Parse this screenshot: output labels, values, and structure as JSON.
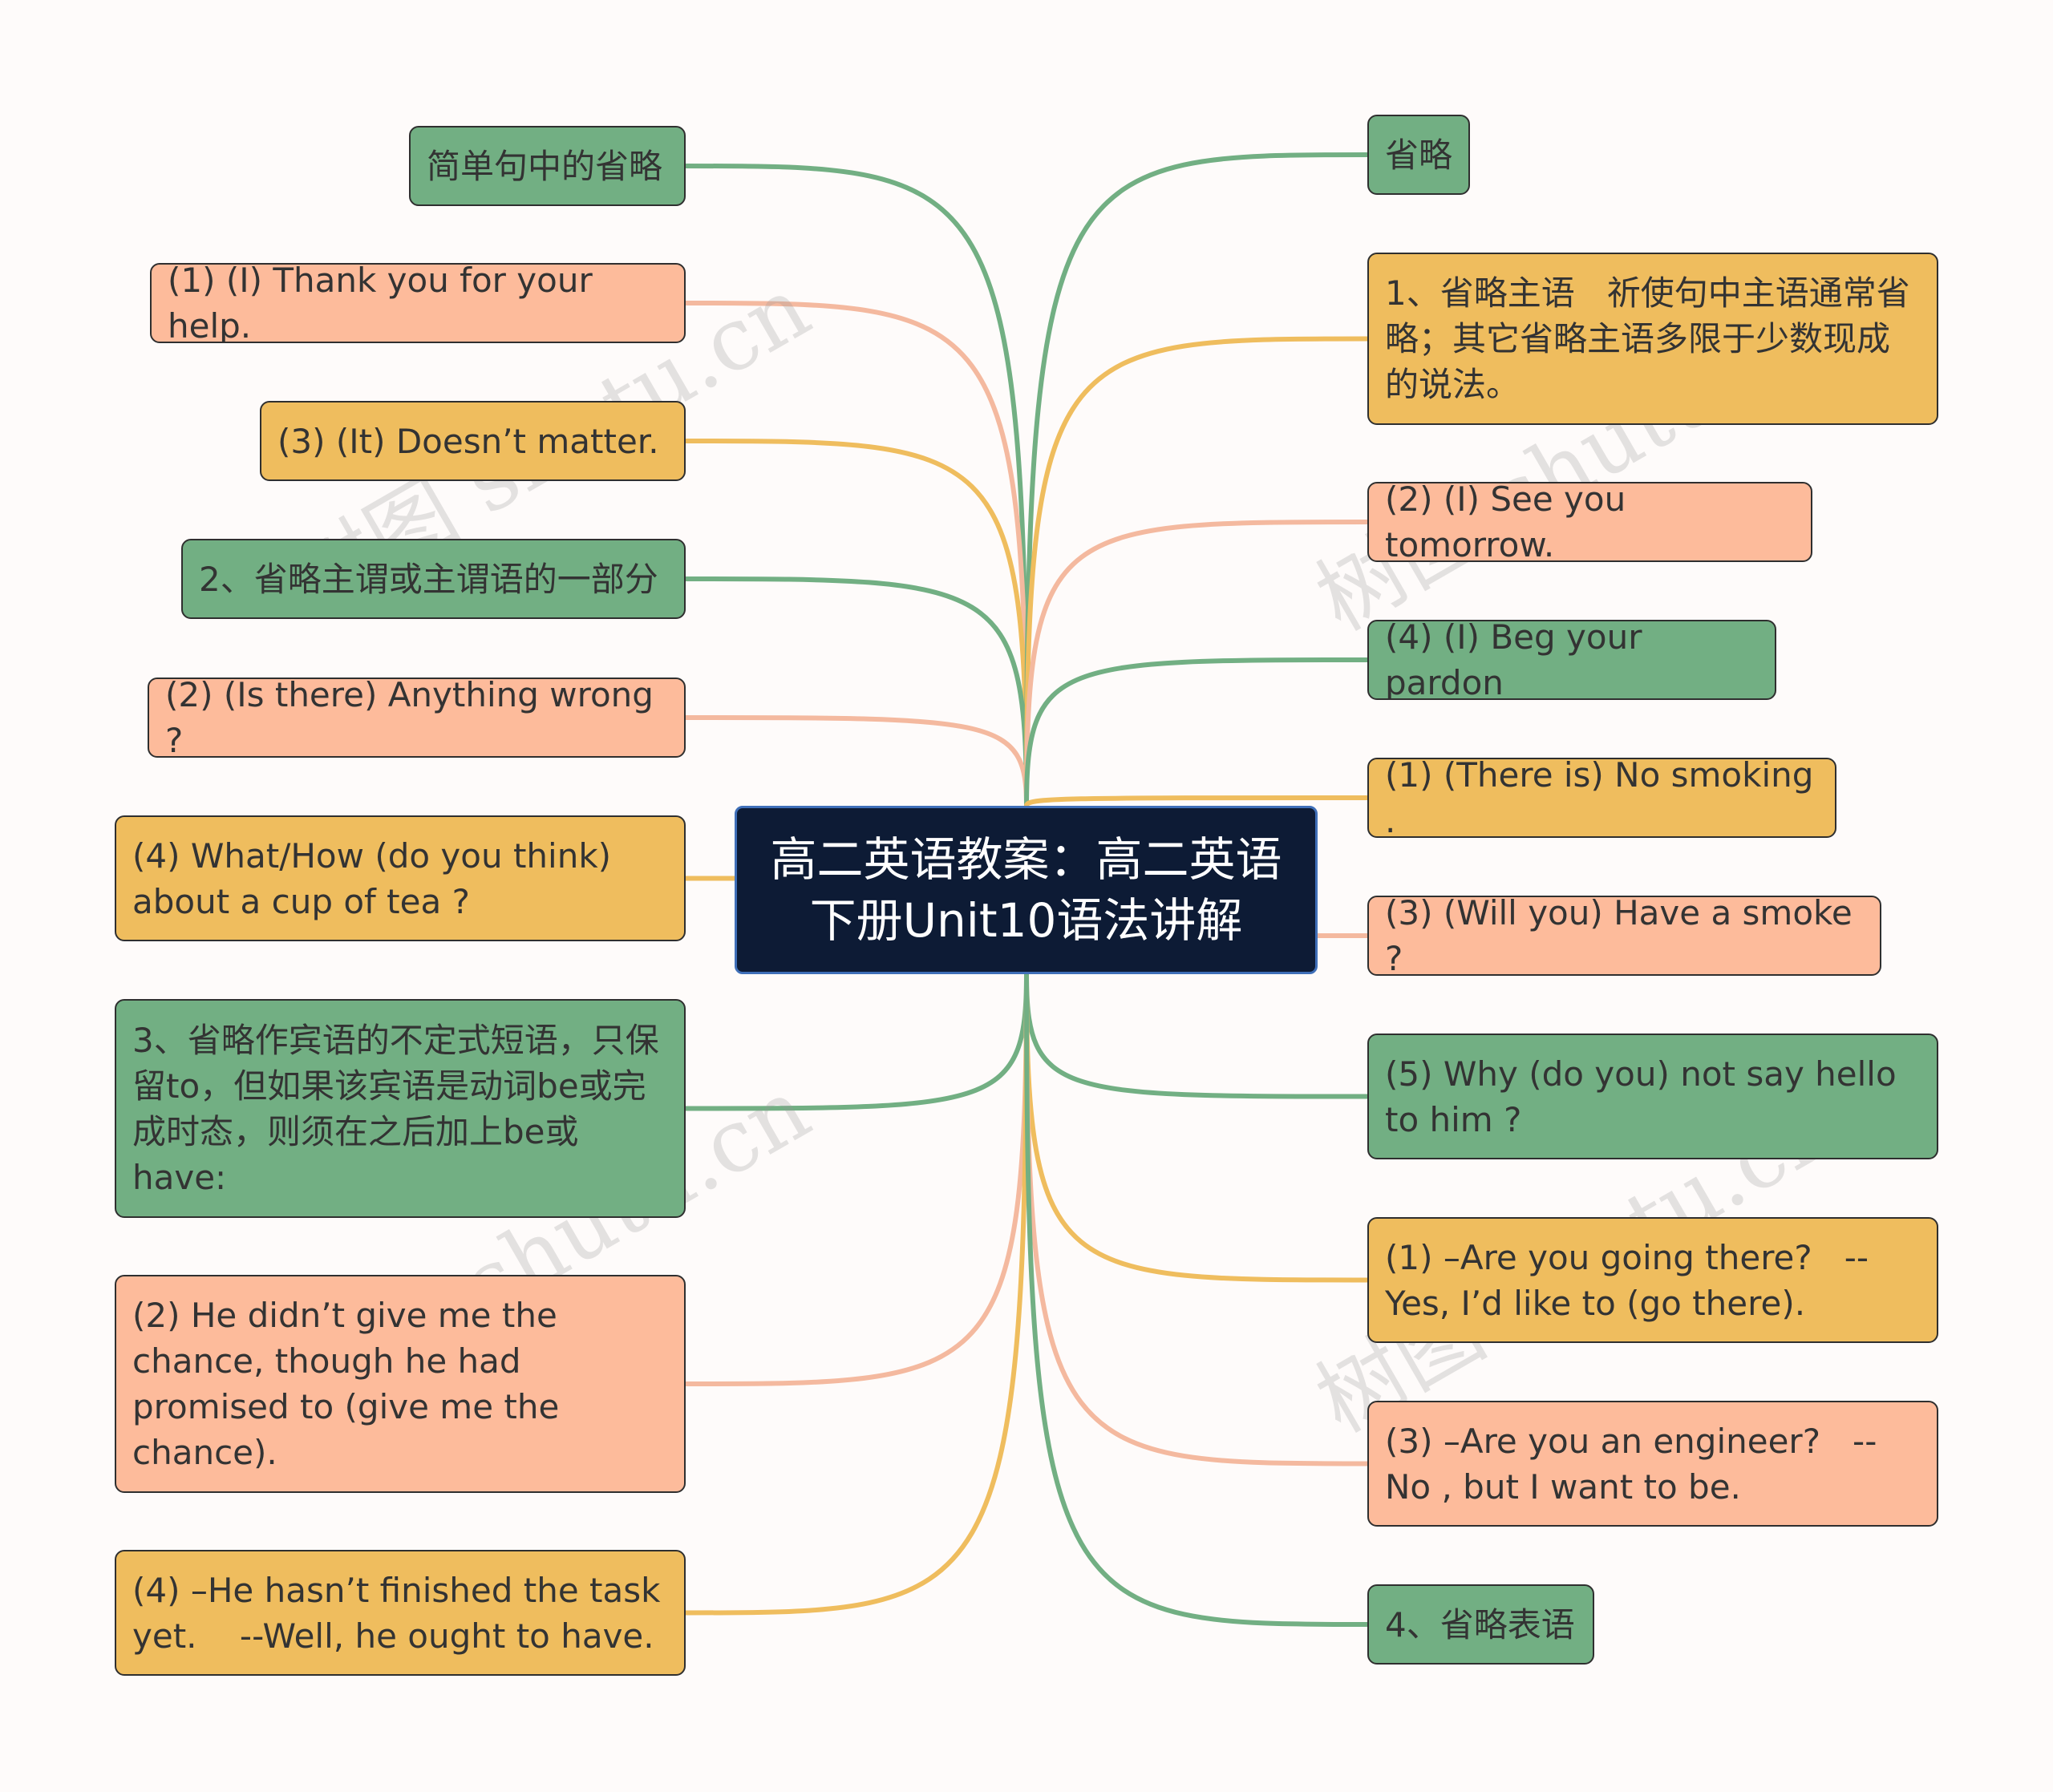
{
  "center": {
    "title": "高二英语教案：高二英语下册Unit10语法讲解"
  },
  "left_nodes": [
    {
      "text": "简单句中的省略",
      "color": "#72af83"
    },
    {
      "text": "(1) (I) Thank you for your help.",
      "color": "#fdbb9b"
    },
    {
      "text": "(3) (It) Doesn’t matter.",
      "color": "#efbd5e"
    },
    {
      "text": "2、省略主谓或主谓语的一部分",
      "color": "#72af83"
    },
    {
      "text": "(2) (Is there) Anything wrong ?",
      "color": "#fdbb9b"
    },
    {
      "text": "(4) What/How (do you think) about a cup of tea ?",
      "color": "#efbd5e"
    },
    {
      "text": "3、省略作宾语的不定式短语，只保留to，但如果该宾语是动词be或完成时态，则须在之后加上be或have:",
      "color": "#72af83"
    },
    {
      "text": "(2) He didn’t give me the chance, though he had promised to (give me the chance).",
      "color": "#fdbb9b"
    },
    {
      "text": "(4) –He hasn’t finished the task yet.    --Well, he ought to have.",
      "color": "#efbd5e"
    }
  ],
  "right_nodes": [
    {
      "text": "省略",
      "color": "#72af83"
    },
    {
      "text": "1、省略主语   祈使句中主语通常省略；其它省略主语多限于少数现成的说法。",
      "color": "#efbd5e"
    },
    {
      "text": "(2) (I) See you tomorrow.",
      "color": "#fdbb9b"
    },
    {
      "text": "(4) (I) Beg your pardon",
      "color": "#72af83"
    },
    {
      "text": "(1) (There is) No smoking .",
      "color": "#efbd5e"
    },
    {
      "text": "(3) (Will you) Have a smoke ?",
      "color": "#fdbb9b"
    },
    {
      "text": "(5) Why (do you) not say hello to him ?",
      "color": "#72af83"
    },
    {
      "text": "(1) –Are you going there?   --Yes, I’d like to (go there).",
      "color": "#efbd5e"
    },
    {
      "text": "(3) –Are you an engineer?   --No , but I want to be.",
      "color": "#fdbb9b"
    },
    {
      "text": "4、省略表语",
      "color": "#72af83"
    }
  ],
  "link_colors": {
    "green": "#72af83",
    "yellow": "#efbd5e",
    "peach": "#f4b99f"
  },
  "watermark": "树图 shutu.cn"
}
